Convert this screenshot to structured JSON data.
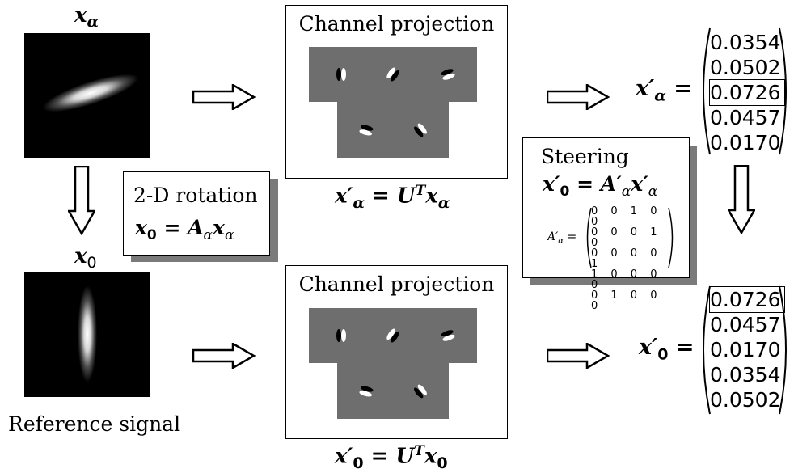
{
  "labels": {
    "x_alpha": "x",
    "x_alpha_sub": "α",
    "x_zero": "x",
    "x_zero_sub": "0",
    "reference_signal": "Reference signal"
  },
  "rotation_note": {
    "title": "2-D rotation",
    "equation_lhs": "x",
    "equation_lhs_sub": "0",
    "equation_eq": "=",
    "equation_a": "A",
    "equation_a_sub": "α",
    "equation_x": "x",
    "equation_x_sub": "α"
  },
  "projection_top": {
    "title": "Channel projection",
    "caption_lhs": "x′",
    "caption_lhs_sub": "α",
    "caption_rhs": "= U",
    "caption_sup": "T",
    "caption_x": "x",
    "caption_x_sub": "α"
  },
  "projection_bottom": {
    "title": "Channel projection",
    "caption_lhs": "x′",
    "caption_lhs_sub": "0",
    "caption_rhs": "= U",
    "caption_sup": "T",
    "caption_x": "x",
    "caption_x_sub": "0"
  },
  "steering_note": {
    "title": "Steering",
    "eq_lhs": "x′",
    "eq_lhs_sub": "0",
    "eq_mid": "= A′",
    "eq_mid_sub": "α",
    "eq_x": "x′",
    "eq_x_sub": "α",
    "matrix_label": "A′",
    "matrix_label_sub": "α",
    "matrix_eq": "=",
    "matrix_rows": [
      "0 0 1 0 0",
      "0 0 0 1 0",
      "0 0 0 0 1",
      "1 0 0 0 0",
      "0 1 0 0 0"
    ]
  },
  "vector_top": {
    "lhs": "x′",
    "lhs_sub": "α",
    "eq": "=",
    "values": [
      "0.0354",
      "0.0502",
      "0.0726",
      "0.0457",
      "0.0170"
    ],
    "highlight_index": 2
  },
  "vector_bottom": {
    "lhs": "x′",
    "lhs_sub": "0",
    "eq": "=",
    "values": [
      "0.0726",
      "0.0457",
      "0.0170",
      "0.0354",
      "0.0502"
    ],
    "highlight_index": 0
  },
  "colors": {
    "background": "#ffffff",
    "ink": "#000000",
    "shadow": "#7a7a7a",
    "tile_gray": "#6e6e6e"
  }
}
